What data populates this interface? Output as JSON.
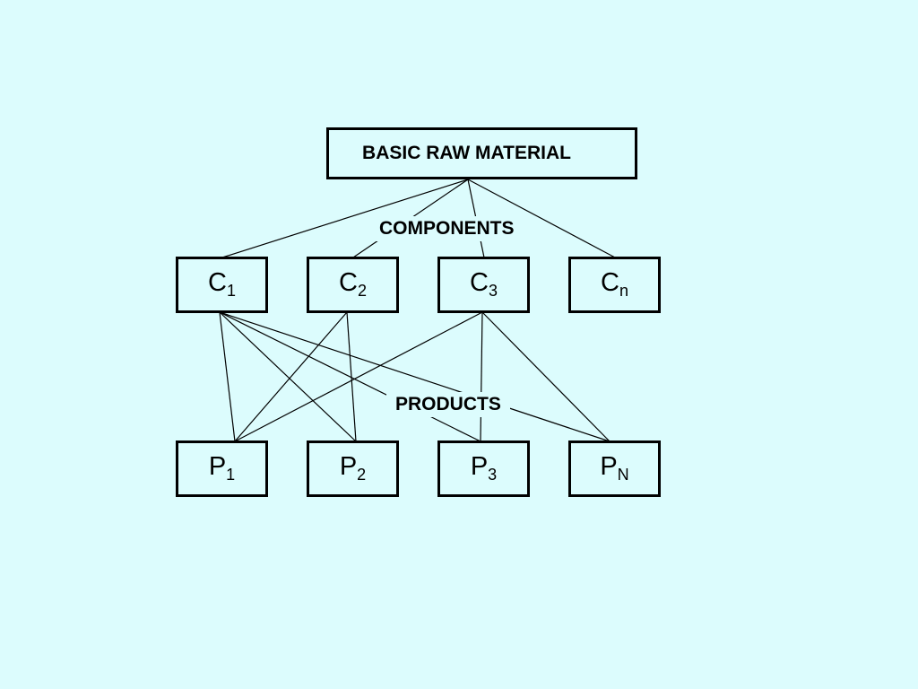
{
  "root": {
    "label": "BASIC RAW MATERIAL"
  },
  "labels": {
    "components": "COMPONENTS",
    "products": "PRODUCTS"
  },
  "components": [
    {
      "letter": "C",
      "sub": "1"
    },
    {
      "letter": "C",
      "sub": "2"
    },
    {
      "letter": "C",
      "sub": "3"
    },
    {
      "letter": "C",
      "sub": "n"
    }
  ],
  "products": [
    {
      "letter": "P",
      "sub": "1"
    },
    {
      "letter": "P",
      "sub": "2"
    },
    {
      "letter": "P",
      "sub": "3"
    },
    {
      "letter": "P",
      "sub": "N"
    }
  ]
}
